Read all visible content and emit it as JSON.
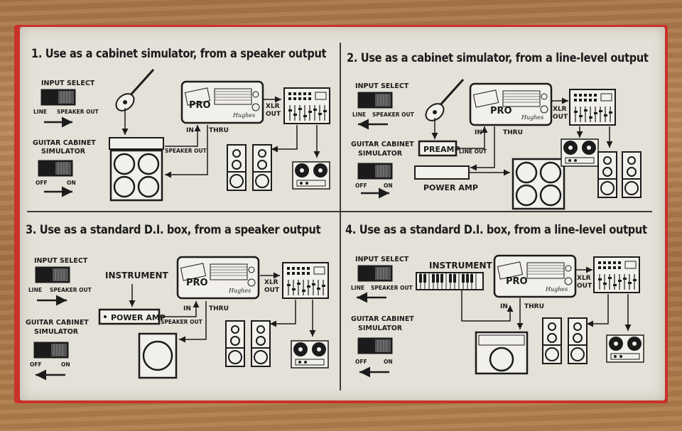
{
  "panels": [
    {
      "title": "1. Use as a cabinet simulator, from a speaker output",
      "switch1_label": "INPUT SELECT",
      "line": "LINE",
      "speaker_out": "SPEAKER OUT",
      "switch2_label_1": "GUITAR CABINET",
      "switch2_label_2": "SIMULATOR",
      "off": "OFF",
      "on": "ON",
      "unit_label": "PRO",
      "in": "IN",
      "thru": "THRU",
      "xlr_1": "XLR",
      "xlr_2": "OUT",
      "source_out": "SPEAKER OUT"
    },
    {
      "title": "2. Use as a cabinet simulator, from a line-level output",
      "switch1_label": "INPUT SELECT",
      "line": "LINE",
      "speaker_out": "SPEAKER OUT",
      "switch2_label_1": "GUITAR CABINET",
      "switch2_label_2": "SIMULATOR",
      "off": "OFF",
      "on": "ON",
      "unit_label": "PRO",
      "in": "IN",
      "thru": "THRU",
      "xlr_1": "XLR",
      "xlr_2": "OUT",
      "preamp": "PREAMP",
      "line_out": "LINE OUT",
      "power_amp": "POWER AMP"
    },
    {
      "title": "3. Use as a standard D.I. box, from a speaker output",
      "switch1_label": "INPUT SELECT",
      "line": "LINE",
      "speaker_out": "SPEAKER OUT",
      "switch2_label_1": "GUITAR CABINET",
      "switch2_label_2": "SIMULATOR",
      "off": "OFF",
      "on": "ON",
      "unit_label": "PRO",
      "in": "IN",
      "thru": "THRU",
      "xlr_1": "XLR",
      "xlr_2": "OUT",
      "instrument": "INSTRUMENT",
      "power_amp": "POWER AMP",
      "source_out": "SPEAKER OUT"
    },
    {
      "title": "4. Use as a standard D.I. box, from a line-level output",
      "switch1_label": "INPUT SELECT",
      "line": "LINE",
      "speaker_out": "SPEAKER OUT",
      "switch2_label_1": "GUITAR CABINET",
      "switch2_label_2": "SIMULATOR",
      "off": "OFF",
      "on": "ON",
      "unit_label": "PRO",
      "in": "IN",
      "thru": "THRU",
      "xlr_1": "XLR",
      "xlr_2": "OUT",
      "instrument": "INSTRUMENT"
    }
  ],
  "colors": {
    "card": "#e4e1d8",
    "ink": "#1b1b1b",
    "box_red": "#c8322a",
    "wood": "#b0804f"
  }
}
